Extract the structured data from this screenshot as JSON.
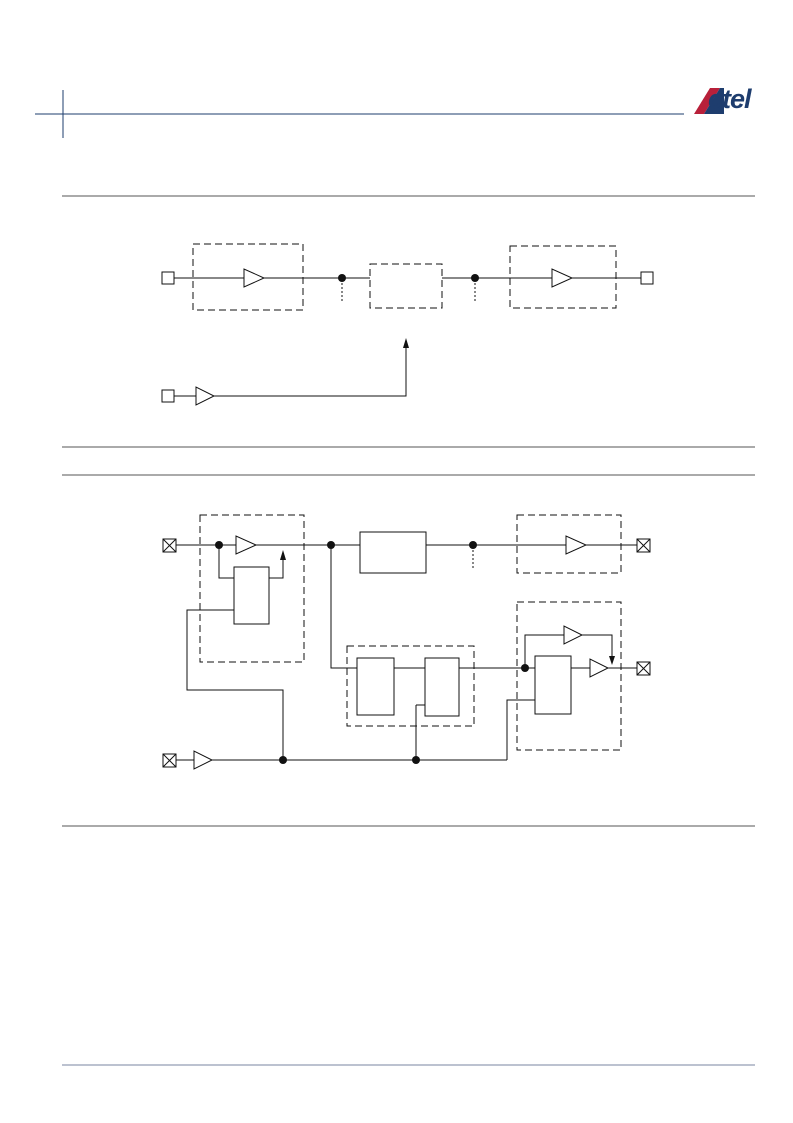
{
  "brand": {
    "logo_text": "Actel",
    "colors": {
      "red": "#b8203a",
      "navy": "#1e3d6e"
    }
  },
  "colors": {
    "rule": "#555555",
    "header_rule": "#1e3d6e",
    "line": "#111111"
  },
  "figures": [
    {
      "name": "upper-block-diagram"
    },
    {
      "name": "lower-block-diagram"
    }
  ]
}
